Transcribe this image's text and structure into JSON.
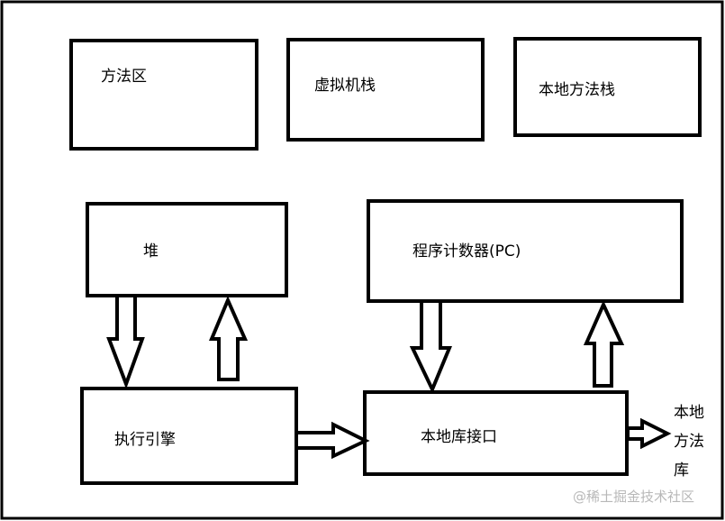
{
  "boxes": {
    "method_area": "方法区",
    "vm_stack": "虚拟机栈",
    "native_method_stack": "本地方法栈",
    "heap": "堆",
    "pc_register": "程序计数器(PC)",
    "execution_engine": "执行引擎",
    "native_interface": "本地库接口"
  },
  "native_library": [
    "本地",
    "方法",
    "库"
  ],
  "watermark": "@稀土掘金技术社区",
  "colors": {
    "stroke": "#000000",
    "background": "#ffffff",
    "watermark": "#b8b8b8"
  }
}
